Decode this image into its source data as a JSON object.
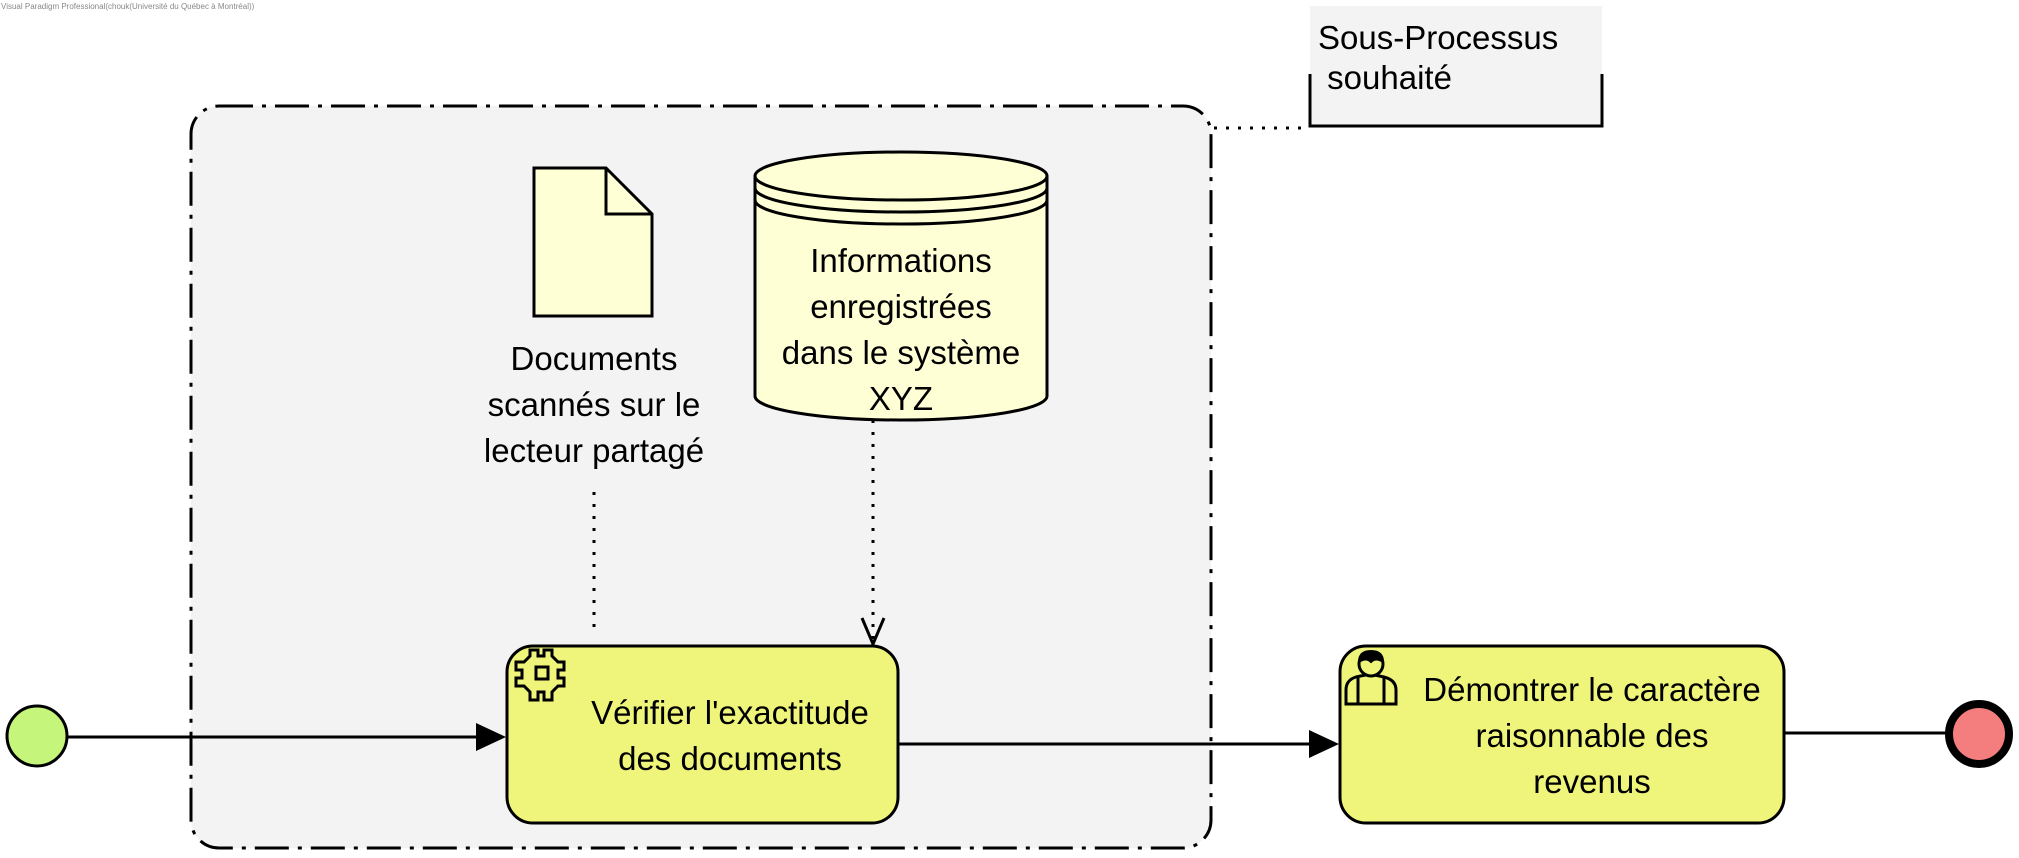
{
  "watermark": "Visual Paradigm Professional(chouk(Université du Québec à Montréal))",
  "group_annotation": {
    "lines": [
      "Sous-Processus",
      " souhaité"
    ]
  },
  "data_object": {
    "lines": [
      "Documents",
      "scannés sur le",
      "lecteur partagé"
    ]
  },
  "data_store": {
    "lines": [
      "Informations",
      "enregistrées",
      "dans le système",
      "XYZ"
    ]
  },
  "task_verify": {
    "lines": [
      "Vérifier l'exactitude",
      "des documents"
    ],
    "icon": "service-gear-icon"
  },
  "task_demonstrate": {
    "lines": [
      "Démontrer le caractère",
      "raisonnable des",
      "revenus"
    ],
    "icon": "user-icon"
  },
  "colors": {
    "task_fill": "#eff57a",
    "artifact_fill": "#ffffd6",
    "group_fill": "#f3f3f3",
    "start_fill": "#c6f57c",
    "end_fill": "#f47d7d"
  }
}
